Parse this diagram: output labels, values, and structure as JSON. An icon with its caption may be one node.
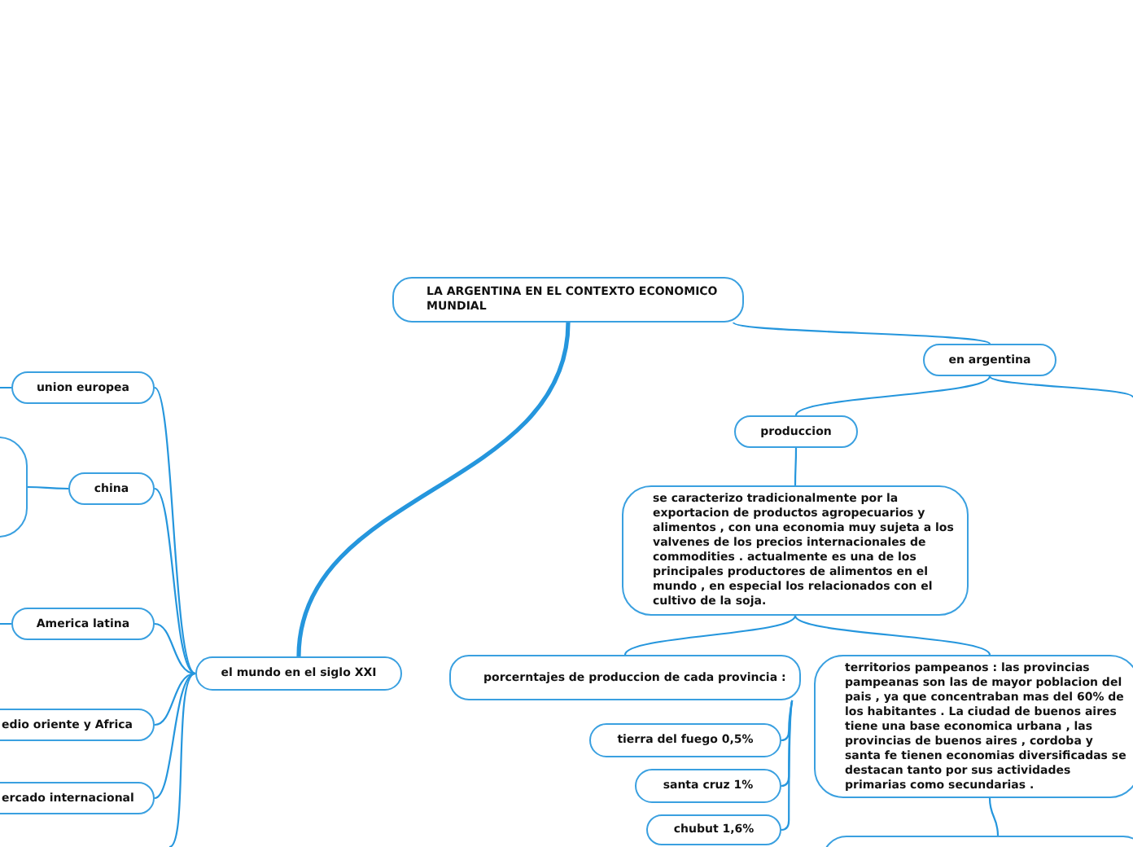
{
  "diagram": {
    "nodes": [
      {
        "text": [
          "LA ARGENTINA EN EL CONTEXTO ECONOMICO MUNDIAL"
        ]
      },
      {
        "text": [
          "en argentina"
        ]
      },
      {
        "text": [
          "produccion"
        ]
      },
      {
        "text": [
          "se caracterizo tradicionalmente por la exportacion de productos agropecuarios y alimentos , con una economia muy sujeta a los valvenes de los precios internacionales de commodities . actualmente es una de los principales productores de alimentos en el mundo , en especial los relacionados con el cultivo de la soja."
        ]
      },
      {
        "text": [
          "porcerntajes de produccion de cada provincia :"
        ]
      },
      {
        "text": [
          "territorios pampeanos : las provincias pampeanas son las de mayor poblacion del pais , ya que concentraban mas del 60% de los habitantes . La ciudad de buenos aires tiene una base economica urbana , las provincias de buenos aires , cordoba y santa fe tienen economias diversificadas se destacan tanto por sus actividades primarias como secundarias ."
        ]
      },
      {
        "text": [
          "tierra del fuego 0,5%"
        ]
      },
      {
        "text": [
          "santa cruz 1%"
        ]
      },
      {
        "text": [
          "chubut 1,6%"
        ]
      },
      {
        "text": [
          "el mundo en el siglo XXI"
        ]
      },
      {
        "text": [
          "union europea"
        ]
      },
      {
        "text": [
          "china"
        ]
      },
      {
        "text": [],
        "shape": "box"
      },
      {
        "text": [
          "America latina"
        ]
      },
      {
        "text": [
          "edio oriente y Africa"
        ]
      },
      {
        "text": [
          "ercado internacional"
        ]
      },
      {
        "text": [],
        "shape": "box"
      }
    ],
    "edges": [
      {
        "from": 0,
        "to": 1,
        "arrow": "none"
      },
      {
        "from": 0,
        "to": 9,
        "arrow": "none",
        "style": "thick"
      },
      {
        "from": 1,
        "to": 2,
        "arrow": "none"
      },
      {
        "from": 1,
        "to": null,
        "arrow": "none"
      },
      {
        "from": 2,
        "to": 3,
        "arrow": "none"
      },
      {
        "from": 3,
        "to": 4,
        "arrow": "none"
      },
      {
        "from": 3,
        "to": 5,
        "arrow": "none"
      },
      {
        "from": 4,
        "to": 6,
        "arrow": "none"
      },
      {
        "from": 4,
        "to": 7,
        "arrow": "none"
      },
      {
        "from": 4,
        "to": 8,
        "arrow": "none"
      },
      {
        "from": 5,
        "to": 16,
        "arrow": "none"
      },
      {
        "from": 9,
        "to": 10,
        "arrow": "none"
      },
      {
        "from": 9,
        "to": 11,
        "arrow": "none"
      },
      {
        "from": 9,
        "to": 13,
        "arrow": "none"
      },
      {
        "from": 9,
        "to": 14,
        "arrow": "none"
      },
      {
        "from": 9,
        "to": 15,
        "arrow": "none"
      },
      {
        "from": 9,
        "to": null,
        "arrow": "none"
      },
      {
        "from": 10,
        "to": null,
        "arrow": "none"
      },
      {
        "from": 11,
        "to": 12,
        "arrow": "none"
      },
      {
        "from": 13,
        "to": null,
        "arrow": "none"
      }
    ]
  }
}
